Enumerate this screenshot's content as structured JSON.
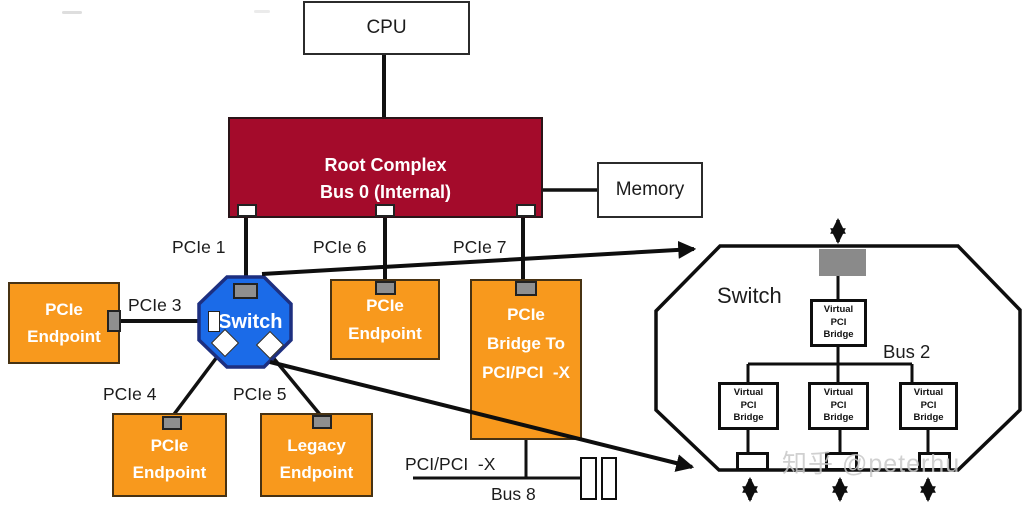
{
  "colors": {
    "root_complex_red": "#A40B2B",
    "endpoint_orange": "#F8991D",
    "switch_blue": "#1B6BE8",
    "port_gray": "#8F8F8F",
    "line_black": "#111111"
  },
  "nodes": {
    "cpu": "CPU",
    "memory": "Memory",
    "root_complex": {
      "line1": "Root Complex",
      "line2": "Bus 0 (Internal)"
    },
    "switch": "Switch",
    "endpoint_left": {
      "line1": "PCIe",
      "line2": "Endpoint"
    },
    "endpoint_pcie6": {
      "line1": "PCIe",
      "line2": "Endpoint"
    },
    "endpoint_pcie4": {
      "line1": "PCIe",
      "line2": "Endpoint"
    },
    "endpoint_legacy": {
      "line1": "Legacy",
      "line2": "Endpoint"
    },
    "bridge": {
      "line1": "PCIe",
      "line2": "Bridge To",
      "line3": "PCI/PCI  -X"
    }
  },
  "bus_labels": {
    "pcie1": "PCIe 1",
    "pcie3": "PCIe 3",
    "pcie4": "PCIe 4",
    "pcie5": "PCIe 5",
    "pcie6": "PCIe 6",
    "pcie7": "PCIe 7",
    "pci_bus": "PCI/PCI  -X",
    "bus8": "Bus 8"
  },
  "switch_detail": {
    "title": "Switch",
    "bus2": "Bus 2",
    "virtual_bridge": {
      "line1": "Virtual",
      "line2": "PCI",
      "line3": "Bridge"
    }
  },
  "watermark": "知乎 @peterhu"
}
